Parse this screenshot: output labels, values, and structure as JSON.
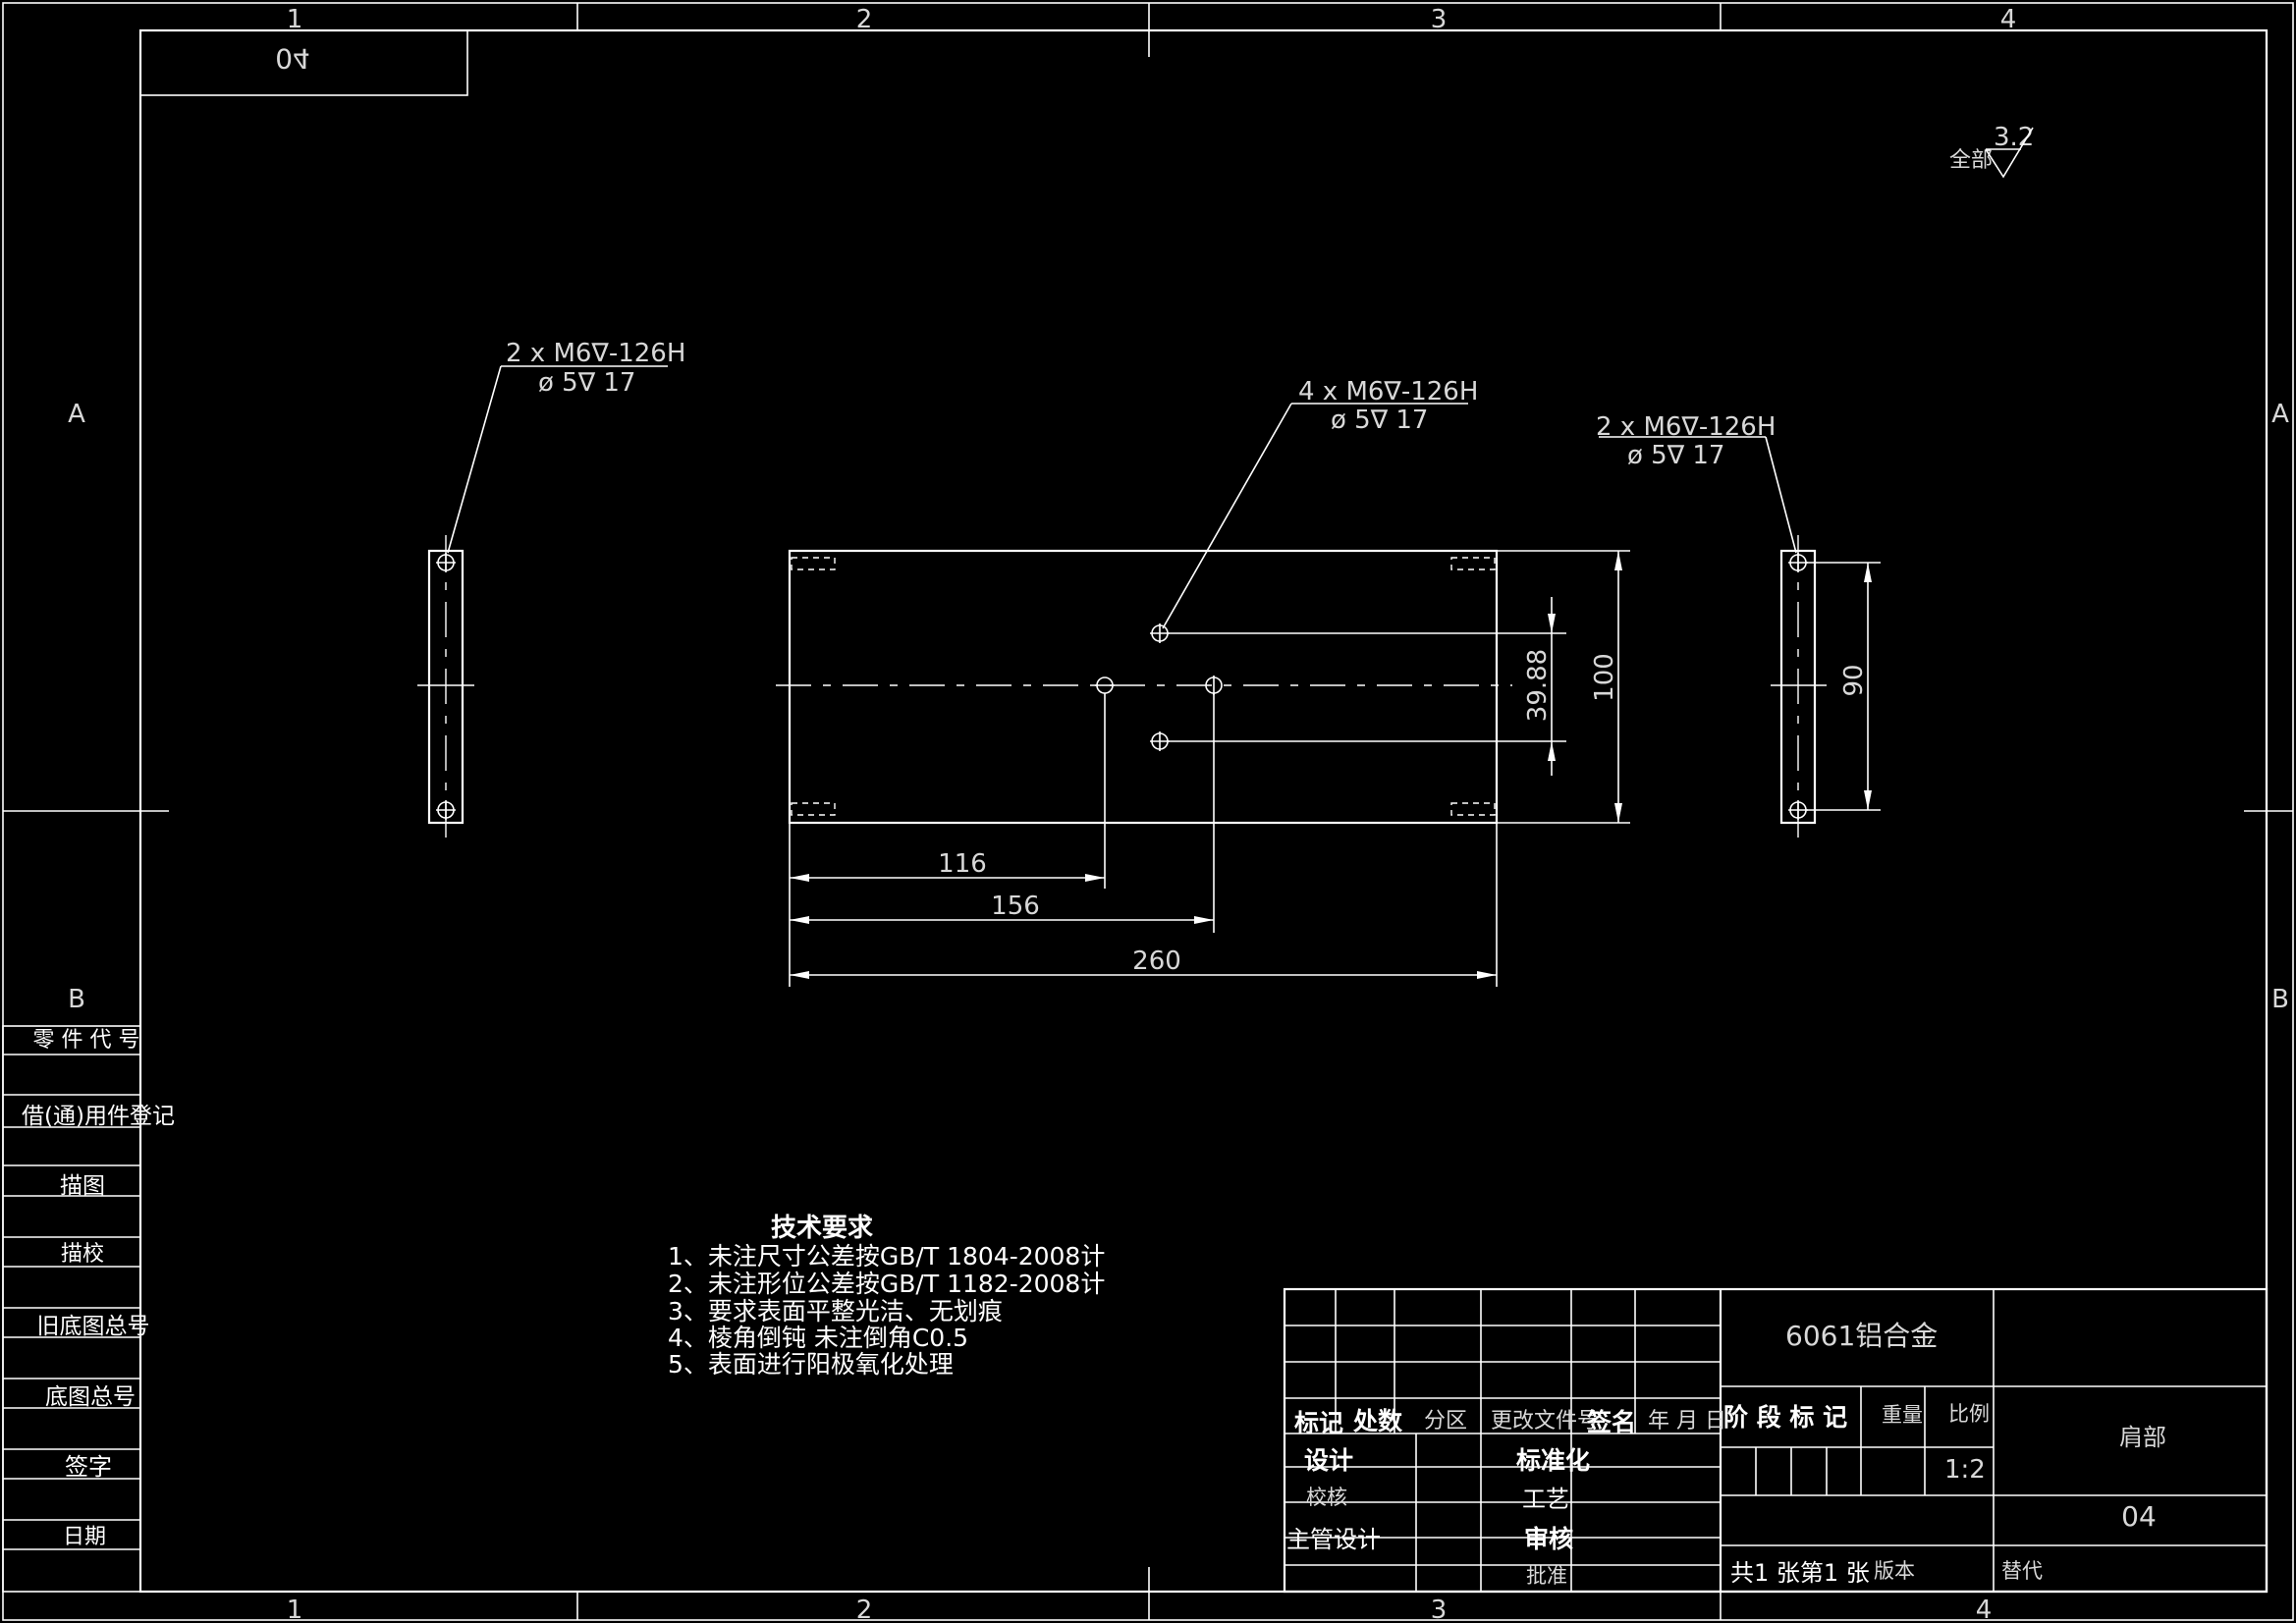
{
  "border": {
    "zones_top": [
      "1",
      "2",
      "3",
      "4"
    ],
    "zones_bottom": [
      "1",
      "2",
      "3",
      "4"
    ],
    "zones_left": [
      "A",
      "B"
    ],
    "zones_right": [
      "A",
      "B"
    ]
  },
  "drawing_no_mirrored": "04",
  "roughness": {
    "label": "全部",
    "value": "3.2"
  },
  "callouts": {
    "left": {
      "line1": "2 x  M6∇-126H",
      "line2": "ø  5∇ 17"
    },
    "center": {
      "line1": "4 x  M6∇-126H",
      "line2": "ø  5∇ 17"
    },
    "right": {
      "line1": "2 x  M6∇-126H",
      "line2": "ø  5∇ 17"
    }
  },
  "dimensions": {
    "d116": "116",
    "d156": "156",
    "d260": "260",
    "d100": "100",
    "d3988": "39.88",
    "d90": "90"
  },
  "tech_req": {
    "title": "技术要求",
    "items": [
      "1、未注尺寸公差按GB/T 1804-2008计",
      "2、未注形位公差按GB/T 1182-2008计",
      "3、要求表面平整光洁、无划痕",
      "4、棱角倒钝 未注倒角C0.5",
      "5、表面进行阳极氧化处理"
    ]
  },
  "side_table": {
    "rows": [
      "零 件 代 号",
      "借(通)用件登记",
      "描图",
      "描校",
      "旧底图总号",
      "底图总号",
      "签字",
      "日期"
    ]
  },
  "title_block": {
    "material": "6061铝合金",
    "part_name": "肩部",
    "drawing_no": "04",
    "labels": {
      "mark": "标记",
      "count": "处数",
      "zone": "分区",
      "change_doc": "更改文件号",
      "sign": "签名",
      "ymd": "年 月 日",
      "design": "设计",
      "standardize": "标准化",
      "check": "校核",
      "process": "工艺",
      "chief": "主管设计",
      "review": "审核",
      "approve": "批准",
      "stage": "阶 段 标 记",
      "weight": "重量",
      "scale_label": "比例",
      "sheets": "共1 张第1 张",
      "version": "版本",
      "replace": "替代"
    },
    "scale": "1:2"
  }
}
